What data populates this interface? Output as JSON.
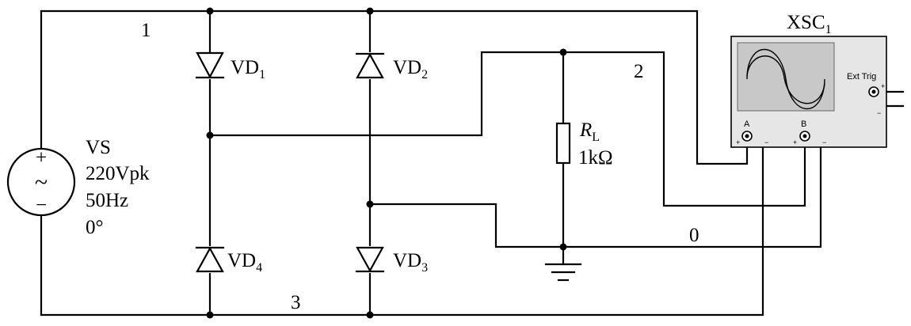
{
  "nodes": {
    "n1": "1",
    "n2": "2",
    "n3": "3",
    "n0": "0"
  },
  "source": {
    "name": "VS",
    "amplitude": "220Vpk",
    "frequency": "50Hz",
    "phase": "0°",
    "plus": "+",
    "tilde": "~",
    "minus": "−"
  },
  "diodes": [
    {
      "base": "VD",
      "sub": "1"
    },
    {
      "base": "VD",
      "sub": "2"
    },
    {
      "base": "VD",
      "sub": "3"
    },
    {
      "base": "VD",
      "sub": "4"
    }
  ],
  "load": {
    "symbol": "R",
    "sub": "L",
    "value": "1kΩ"
  },
  "scope": {
    "name": "XSC",
    "sub": "1",
    "ext_trig": "Ext Trig",
    "channel_a": "A",
    "channel_b": "B",
    "plus": "+",
    "minus": "−"
  }
}
